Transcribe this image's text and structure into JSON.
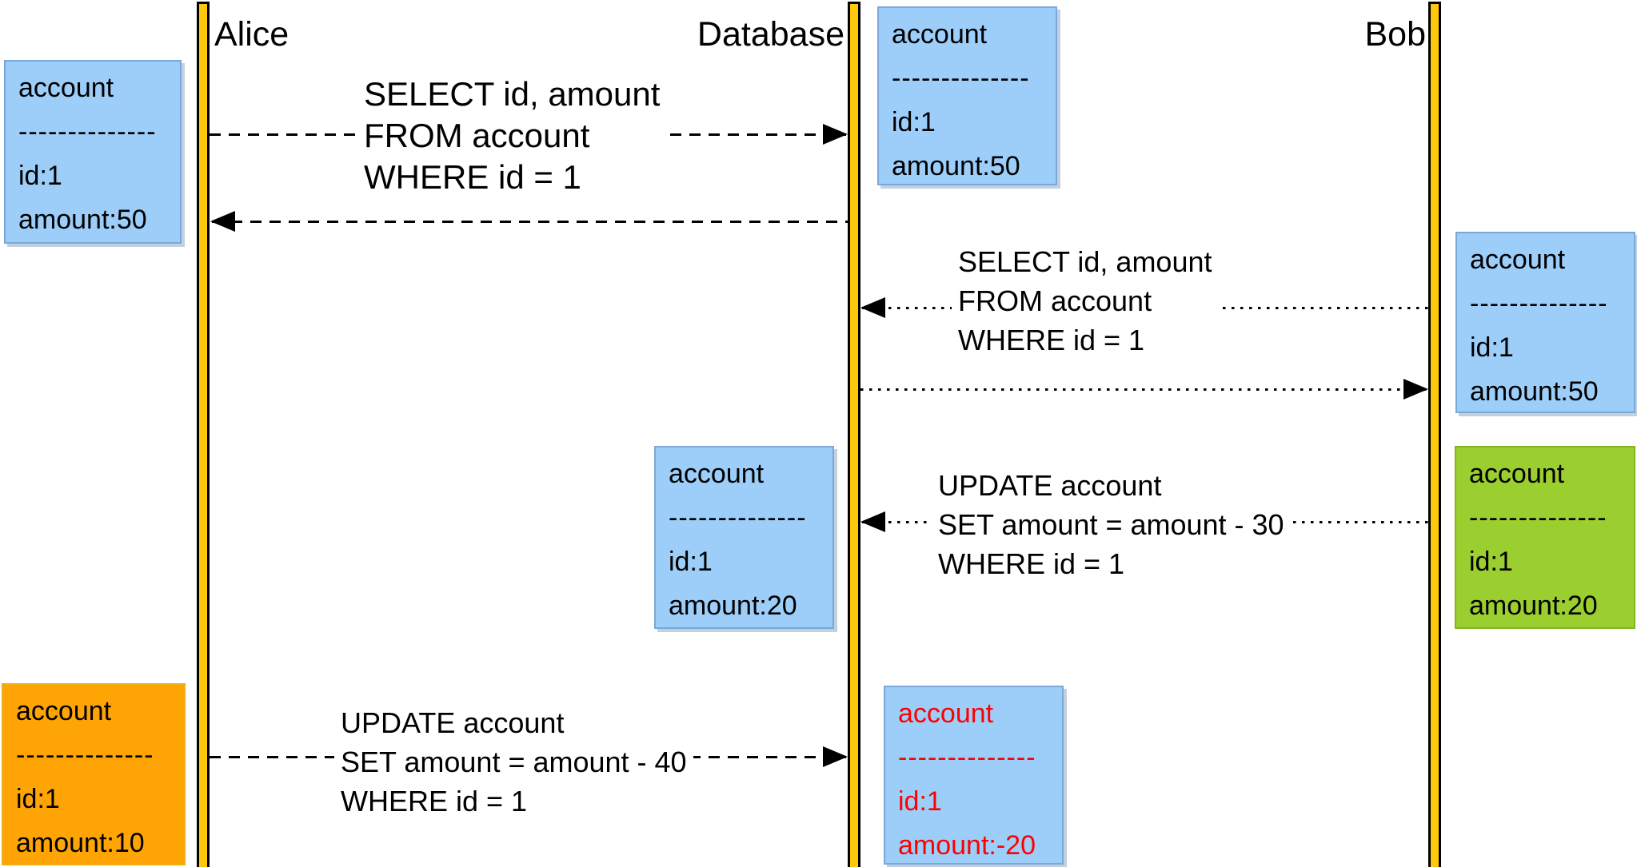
{
  "actors": [
    {
      "name": "Alice"
    },
    {
      "name": "Database"
    },
    {
      "name": "Bob"
    }
  ],
  "messages": [
    {
      "from": "Alice",
      "to": "Database",
      "style": "dashed",
      "lines": [
        "SELECT id, amount",
        "FROM account",
        "WHERE id = 1"
      ]
    },
    {
      "from": "Database",
      "to": "Alice",
      "style": "dashed",
      "lines": []
    },
    {
      "from": "Bob",
      "to": "Database",
      "style": "dotted",
      "lines": [
        "SELECT id, amount",
        "FROM account",
        "WHERE id = 1"
      ]
    },
    {
      "from": "Database",
      "to": "Bob",
      "style": "dotted",
      "lines": []
    },
    {
      "from": "Bob",
      "to": "Database",
      "style": "dotted",
      "lines": [
        "UPDATE account",
        "SET amount = amount - 30",
        "WHERE id = 1"
      ]
    },
    {
      "from": "Alice",
      "to": "Database",
      "style": "dashed",
      "lines": [
        "UPDATE account",
        "SET amount = amount - 40",
        "WHERE id = 1"
      ]
    }
  ],
  "state_boxes": [
    {
      "owner": "Alice",
      "variant": "blue",
      "title": "account",
      "divider": "--------------",
      "rows": [
        "id:1",
        "amount:50"
      ]
    },
    {
      "owner": "Database",
      "variant": "blue",
      "title": "account",
      "divider": "--------------",
      "rows": [
        "id:1",
        "amount:50"
      ]
    },
    {
      "owner": "Bob",
      "variant": "blue",
      "title": "account",
      "divider": "--------------",
      "rows": [
        "id:1",
        "amount:50"
      ]
    },
    {
      "owner": "Database",
      "variant": "blue",
      "title": "account",
      "divider": "--------------",
      "rows": [
        "id:1",
        "amount:20"
      ]
    },
    {
      "owner": "Bob",
      "variant": "green",
      "title": "account",
      "divider": "--------------",
      "rows": [
        "id:1",
        "amount:20"
      ]
    },
    {
      "owner": "Alice",
      "variant": "orange",
      "title": "account",
      "divider": "--------------",
      "rows": [
        "id:1",
        "amount:10"
      ]
    },
    {
      "owner": "Database",
      "variant": "blue-red-text",
      "title": "account",
      "divider": "--------------",
      "rows": [
        "id:1",
        "amount:-20"
      ]
    }
  ],
  "colors": {
    "background": "#FFFFFF",
    "text": "#000000",
    "lifeline_fill": "#FFC80A",
    "blue_fill": "#9CCEF9",
    "blue_border": "#79A9D8",
    "green_fill": "#9BCE2F",
    "green_border": "#83B51F",
    "orange_fill": "#FFA405",
    "orange_border": "#F2AE0E",
    "red_text": "#FF0000"
  }
}
